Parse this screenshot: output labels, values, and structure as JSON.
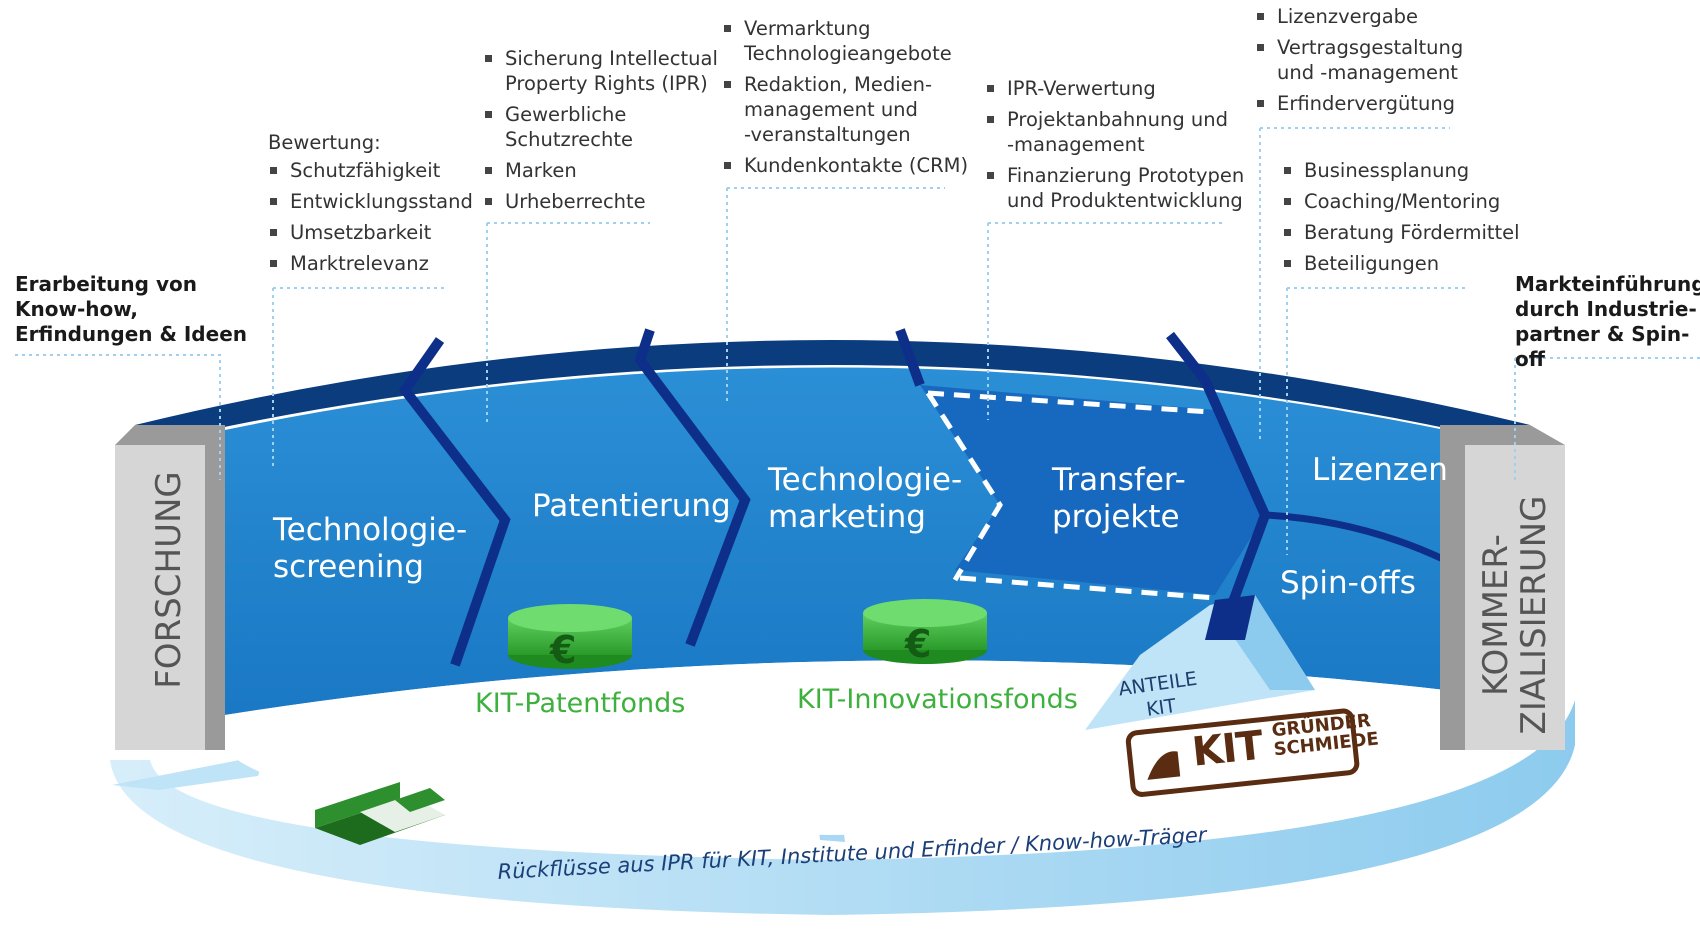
{
  "side_labels": {
    "left": "Erarbeitung von\nKnow-how,\nErfindungen & Ideen",
    "right": "Markteinführung\ndurch Industrie-\npartner & Spin-off"
  },
  "pillars": {
    "left": "FORSCHUNG",
    "right": "KOMMER-\nZIALISIERUNG"
  },
  "stages": [
    {
      "label": "Technologie-\nscreening"
    },
    {
      "label": "Patentierung"
    },
    {
      "label": "Technologie-\nmarketing"
    },
    {
      "label": "Transfer-\nprojekte"
    },
    {
      "label": "Lizenzen"
    },
    {
      "label": "Spin-offs"
    }
  ],
  "callouts": {
    "screening": {
      "header": "Bewertung:",
      "items": [
        "Schutzfähigkeit",
        "Entwicklungsstand",
        "Umsetzbarkeit",
        "Marktrelevanz"
      ]
    },
    "patent": {
      "items": [
        "Sicherung Intellectual\nProperty Rights (IPR)",
        "Gewerbliche\nSchutzrechte",
        "Marken",
        "Urheberrechte"
      ]
    },
    "marketing": {
      "items": [
        "Vermarktung\nTechnologieangebote",
        "Redaktion, Medien-\nmanagement und\n-veranstaltungen",
        "Kundenkontakte (CRM)"
      ]
    },
    "transfer": {
      "items": [
        "IPR-Verwertung",
        "Projektanbahnung und\n-management",
        "Finanzierung Prototypen\nund Produktentwicklung"
      ]
    },
    "licenses": {
      "items": [
        "Lizenzvergabe",
        "Vertragsgestaltung\nund -management",
        "Erfindervergütung"
      ]
    },
    "spinoffs": {
      "items": [
        "Businessplanung",
        "Coaching/Mentoring",
        "Beratung Fördermittel",
        "Beteiligungen"
      ]
    }
  },
  "funds": {
    "patent": {
      "label": "KIT-Patentfonds",
      "symbol": "€"
    },
    "innovation": {
      "label": "KIT-Innovationsfonds",
      "symbol": "€"
    }
  },
  "shares": "ANTEILE\nKIT",
  "logo": {
    "kit": "KIT",
    "line1": "GRÜNDER",
    "line2": "SCHMIEDE"
  },
  "return_flow": "Rückflüsse aus IPR für KIT, Institute und Erfinder / Know-how-Träger",
  "colors": {
    "blue_main": "#1e86d0",
    "blue_dark": "#0a3f82",
    "blue_navy": "#0d2f8a",
    "blue_mid": "#1769bf",
    "light_blue": "#bfe3f7",
    "green": "#3db03d",
    "pillar_gray": "#d6d6d6",
    "pillar_dark": "#9a9a9a",
    "dotted": "#9fd0ef"
  }
}
